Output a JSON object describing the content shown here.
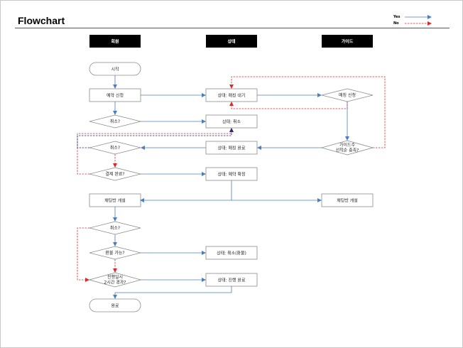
{
  "title": "Flowchart",
  "legend": {
    "yes": "Yes",
    "no": "No"
  },
  "lanes": [
    "회원",
    "상태",
    "가이드"
  ],
  "nodes": {
    "start": "시작",
    "reserve": "예약 신청",
    "cancel_q1": "취소?",
    "cancel_q2": "취소?",
    "payment_q": "결제 완료?",
    "room_open_left": "채팅방 개설",
    "cancel_q3": "취소?",
    "refund_q": "환불 가능?",
    "progress_q_line1": "진행일시",
    "progress_q_line2": "2시간 경과?",
    "end": "완료",
    "status_waiting": "상태: 매칭 대기",
    "status_cancel": "상태: 취소",
    "status_match_done": "상태: 매칭 완료",
    "status_confirmed": "상태: 예약 확정",
    "status_cancel_refund": "상태: 취소(환불)",
    "status_done": "상태: 진행 완료",
    "match_apply": "매칭 신청",
    "guide_q_line1": "가이드수",
    "guide_q_line2": "선착순 충족?",
    "room_open_right": "채팅방 개설"
  },
  "colors": {
    "yes": "#4a7fbf",
    "no": "#d62b2b",
    "header": "#000000"
  }
}
